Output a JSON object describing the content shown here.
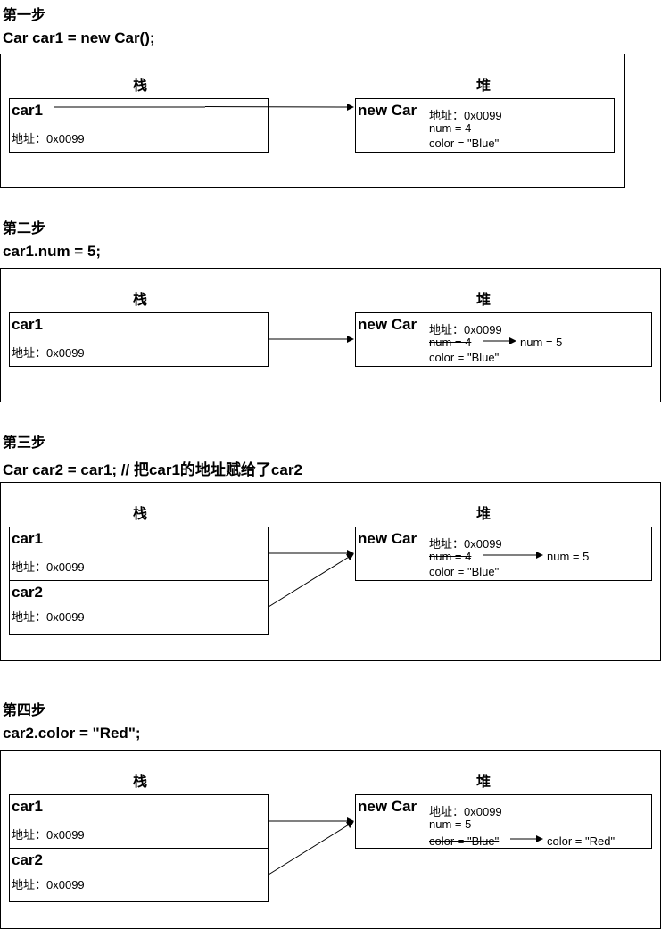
{
  "labels": {
    "stack": "栈",
    "heap": "堆"
  },
  "steps": [
    {
      "title": "第一步",
      "code": "Car car1 = new Car();",
      "stack_vars": [
        {
          "name": "car1",
          "addr": "地址：0x0099"
        }
      ],
      "heap": {
        "name": "new Car",
        "addr": "地址：0x0099",
        "line1": "num = 4",
        "line2": "color = \"Blue\""
      }
    },
    {
      "title": "第二步",
      "code": "car1.num = 5;",
      "stack_vars": [
        {
          "name": "car1",
          "addr": "地址：0x0099"
        }
      ],
      "heap": {
        "name": "new Car",
        "addr": "地址：0x0099",
        "line1_old": "num = 4",
        "line1_new": "num = 5",
        "line2": "color = \"Blue\""
      }
    },
    {
      "title": "第三步",
      "code": "Car car2 = car1; // 把car1的地址赋给了car2",
      "stack_vars": [
        {
          "name": "car1",
          "addr": "地址：0x0099"
        },
        {
          "name": "car2",
          "addr": "地址：0x0099"
        }
      ],
      "heap": {
        "name": "new Car",
        "addr": "地址：0x0099",
        "line1_old": "num = 4",
        "line1_new": "num = 5",
        "line2": "color = \"Blue\""
      }
    },
    {
      "title": "第四步",
      "code": "car2.color = \"Red\";",
      "stack_vars": [
        {
          "name": "car1",
          "addr": "地址：0x0099"
        },
        {
          "name": "car2",
          "addr": "地址：0x0099"
        }
      ],
      "heap": {
        "name": "new Car",
        "addr": "地址：0x0099",
        "line1": "num = 5",
        "line2_old": "color = \"Blue\"",
        "line2_new": "color = \"Red\""
      }
    }
  ]
}
